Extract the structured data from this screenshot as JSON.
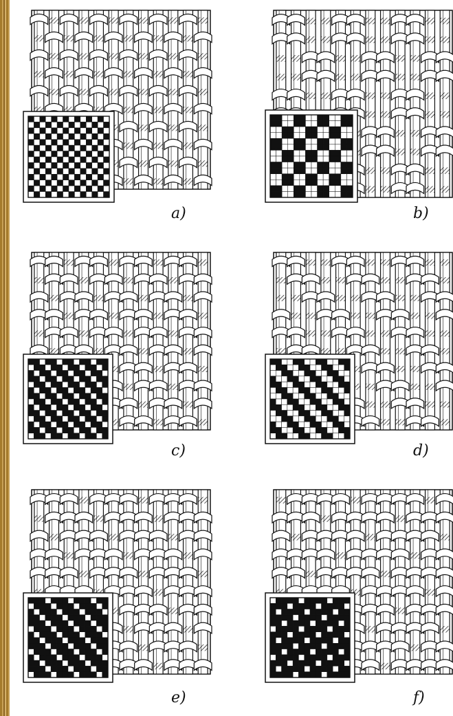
{
  "panels": [
    {
      "id": "a",
      "label": "a)",
      "pattern": "plain"
    },
    {
      "id": "b",
      "label": "b)",
      "pattern": "basket"
    },
    {
      "id": "c",
      "label": "c)",
      "pattern": "twill-2-1"
    },
    {
      "id": "d",
      "label": "d)",
      "pattern": "twill-2-2"
    },
    {
      "id": "e",
      "label": "e)",
      "pattern": "twill-3-1"
    },
    {
      "id": "f",
      "label": "f)",
      "pattern": "satin"
    }
  ],
  "colors": {
    "ink": "#111111",
    "paper": "#ffffff",
    "frame": "#b48a3c"
  }
}
